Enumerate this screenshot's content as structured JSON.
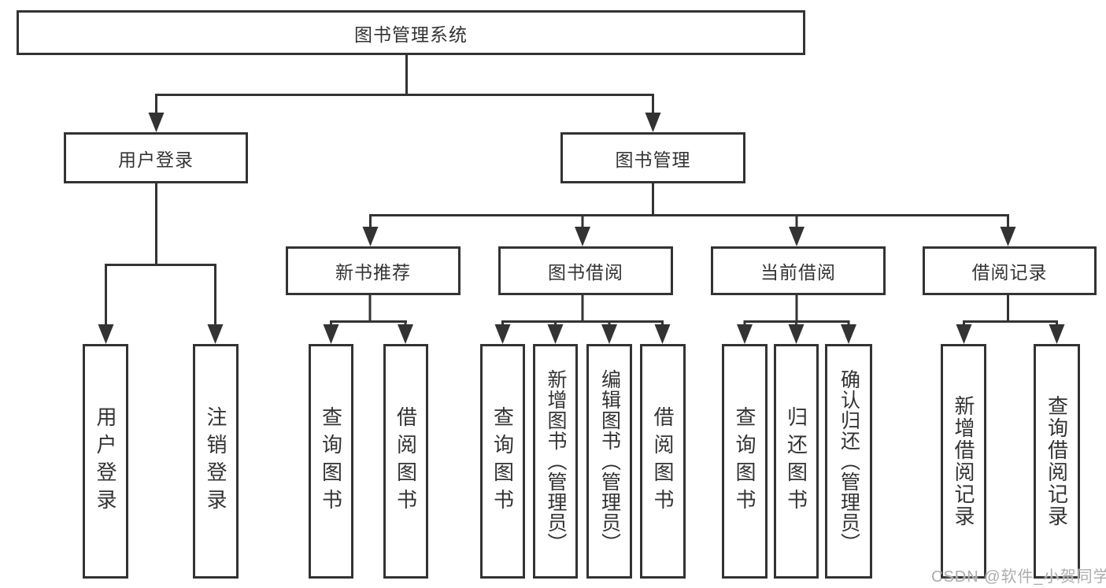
{
  "tree": {
    "root": {
      "label": "图书管理系统",
      "children": [
        {
          "label": "用户登录",
          "children": [
            {
              "label": "用户登录"
            },
            {
              "label": "注销登录"
            }
          ]
        },
        {
          "label": "图书管理",
          "children": [
            {
              "label": "新书推荐",
              "children": [
                {
                  "label": "查询图书"
                },
                {
                  "label": "借阅图书"
                }
              ]
            },
            {
              "label": "图书借阅",
              "children": [
                {
                  "label": "查询图书"
                },
                {
                  "label": "新增图书（管理员）"
                },
                {
                  "label": "编辑图书（管理员）"
                },
                {
                  "label": "借阅图书"
                }
              ]
            },
            {
              "label": "当前借阅",
              "children": [
                {
                  "label": "查询图书"
                },
                {
                  "label": "归还图书"
                },
                {
                  "label": "确认归还（管理员）"
                }
              ]
            },
            {
              "label": "借阅记录",
              "children": [
                {
                  "label": "新增借阅记录"
                },
                {
                  "label": "查询借阅记录"
                }
              ]
            }
          ]
        }
      ]
    }
  },
  "watermark": {
    "text": "CSDN @软件_小贺同学"
  },
  "colors": {
    "line": "#333333",
    "text": "#333333",
    "box_border": "#333333",
    "background": "#ffffff",
    "watermark": "#adadad"
  }
}
